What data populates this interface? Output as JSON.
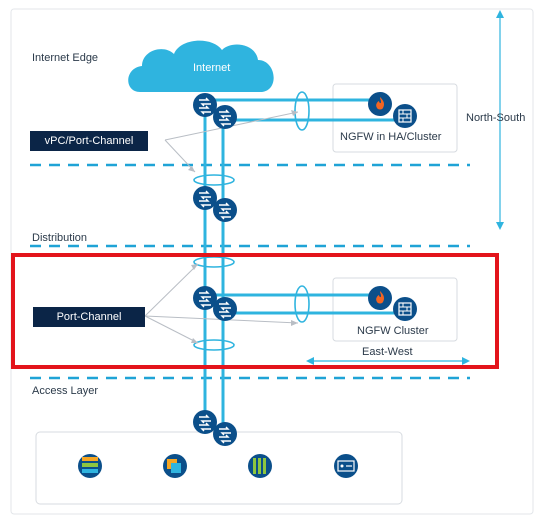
{
  "labels": {
    "internet_edge": "Internet Edge",
    "internet": "Internet",
    "vpc_port_channel": "vPC/Port-Channel",
    "ngfw_ha": "NGFW in HA/Cluster",
    "north_south": "North-South",
    "distribution": "Distribution",
    "port_channel": "Port-Channel",
    "ngfw_cluster": "NGFW Cluster",
    "east_west": "East-West",
    "access_layer": "Access Layer"
  },
  "colors": {
    "link": "#2fb4df",
    "dashed": "#1fa3d6",
    "tag_bg": "#0b2547",
    "cloud": "#2fb4df",
    "switch": "#0b4f8a",
    "highlight": "#e3141b",
    "firewall": "#0b4f8a",
    "flame": "#f26522"
  },
  "icons": [
    "cloud-icon",
    "switch-icon",
    "firewall-icon",
    "server-icon",
    "storage-icon",
    "compute-icon",
    "appliance-icon"
  ]
}
